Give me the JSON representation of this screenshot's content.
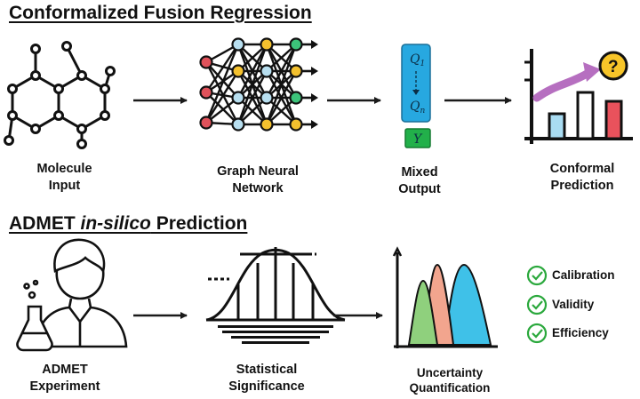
{
  "section1": {
    "title": "Conformalized Fusion Regression",
    "labels": {
      "molecule": [
        "Molecule",
        "Input"
      ],
      "gnn": [
        "Graph Neural",
        "Network"
      ],
      "mixed": [
        "Mixed",
        "Output"
      ],
      "conformal": [
        "Conformal",
        "Prediction"
      ]
    },
    "output_box": {
      "q1": "Q",
      "q1_sub": "1",
      "qn": "Q",
      "qn_sub": "n",
      "y": "Y"
    }
  },
  "section2": {
    "title_prefix": "ADMET ",
    "title_italic": "in-silico",
    "title_suffix": " Prediction",
    "labels": {
      "experiment": [
        "ADMET",
        "Experiment"
      ],
      "significance": [
        "Statistical",
        "Significance"
      ],
      "uncertainty": [
        "Uncertainty",
        "Quantification"
      ]
    },
    "checklist": [
      "Calibration",
      "Validity",
      "Efficiency"
    ]
  },
  "colors": {
    "node_red": "#e0525b",
    "node_blue": "#b8dff0",
    "node_yellow": "#f4c12e",
    "node_green": "#3cc37a",
    "output_blue": "#27a8e0",
    "output_green": "#22b04a",
    "bar_blue": "#a9dcf2",
    "bar_red": "#e9525c",
    "arrow_purple": "#b66fc0",
    "coin_yellow": "#f7c529",
    "check_green": "#2aa83c",
    "peak_green": "#8fd07d",
    "peak_pink": "#f2a58e",
    "peak_blue": "#3fc1e8"
  }
}
